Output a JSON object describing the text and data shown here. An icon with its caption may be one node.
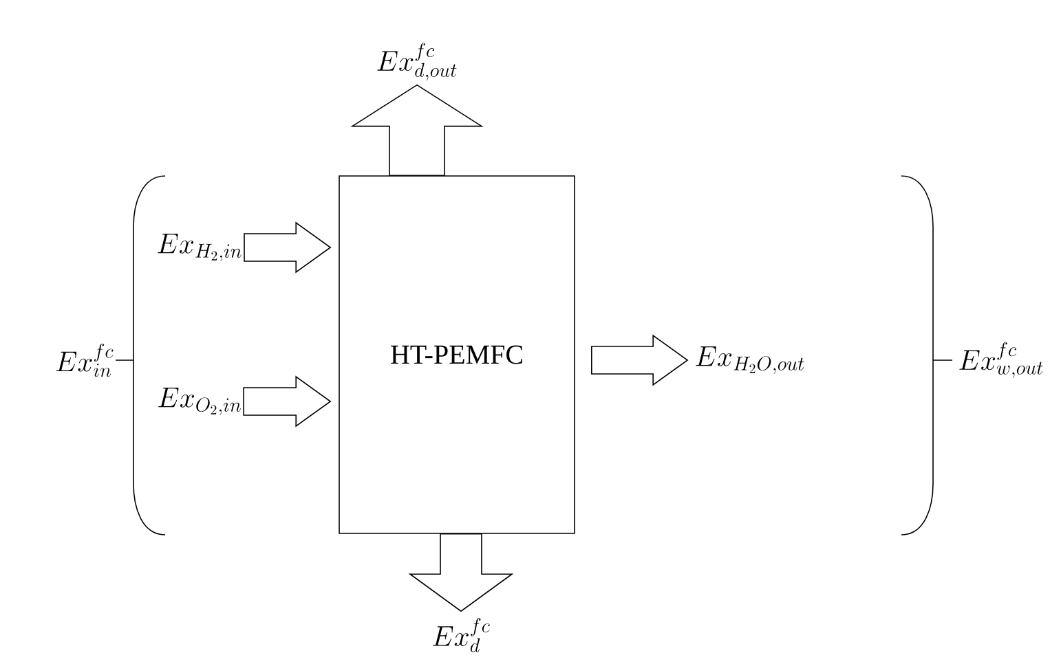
{
  "diagram": {
    "nodes": [
      {
        "text": [
          "Ex_{d,out}^{fc}"
        ]
      },
      {
        "text": [
          "Ex_{H_2,in}"
        ]
      },
      {
        "text": [
          "Ex_{O_2,in}"
        ]
      },
      {
        "text": [
          "HT-PEMFC"
        ]
      },
      {
        "text": [
          "Ex_{H_2O,out}"
        ]
      },
      {
        "text": [
          "Ex_{d}^{fc}"
        ]
      }
    ],
    "edges": [
      {
        "from": 1,
        "to": 3,
        "arrow": "to"
      },
      {
        "from": 2,
        "to": 3,
        "arrow": "to"
      },
      {
        "from": 3,
        "to": 0,
        "arrow": "to"
      },
      {
        "from": 3,
        "to": 4,
        "arrow": "to"
      },
      {
        "from": 3,
        "to": 5,
        "arrow": "to"
      }
    ],
    "labels": [
      "Ex_{in}^{fc}",
      "Ex_{w,out}^{fc}"
    ]
  }
}
